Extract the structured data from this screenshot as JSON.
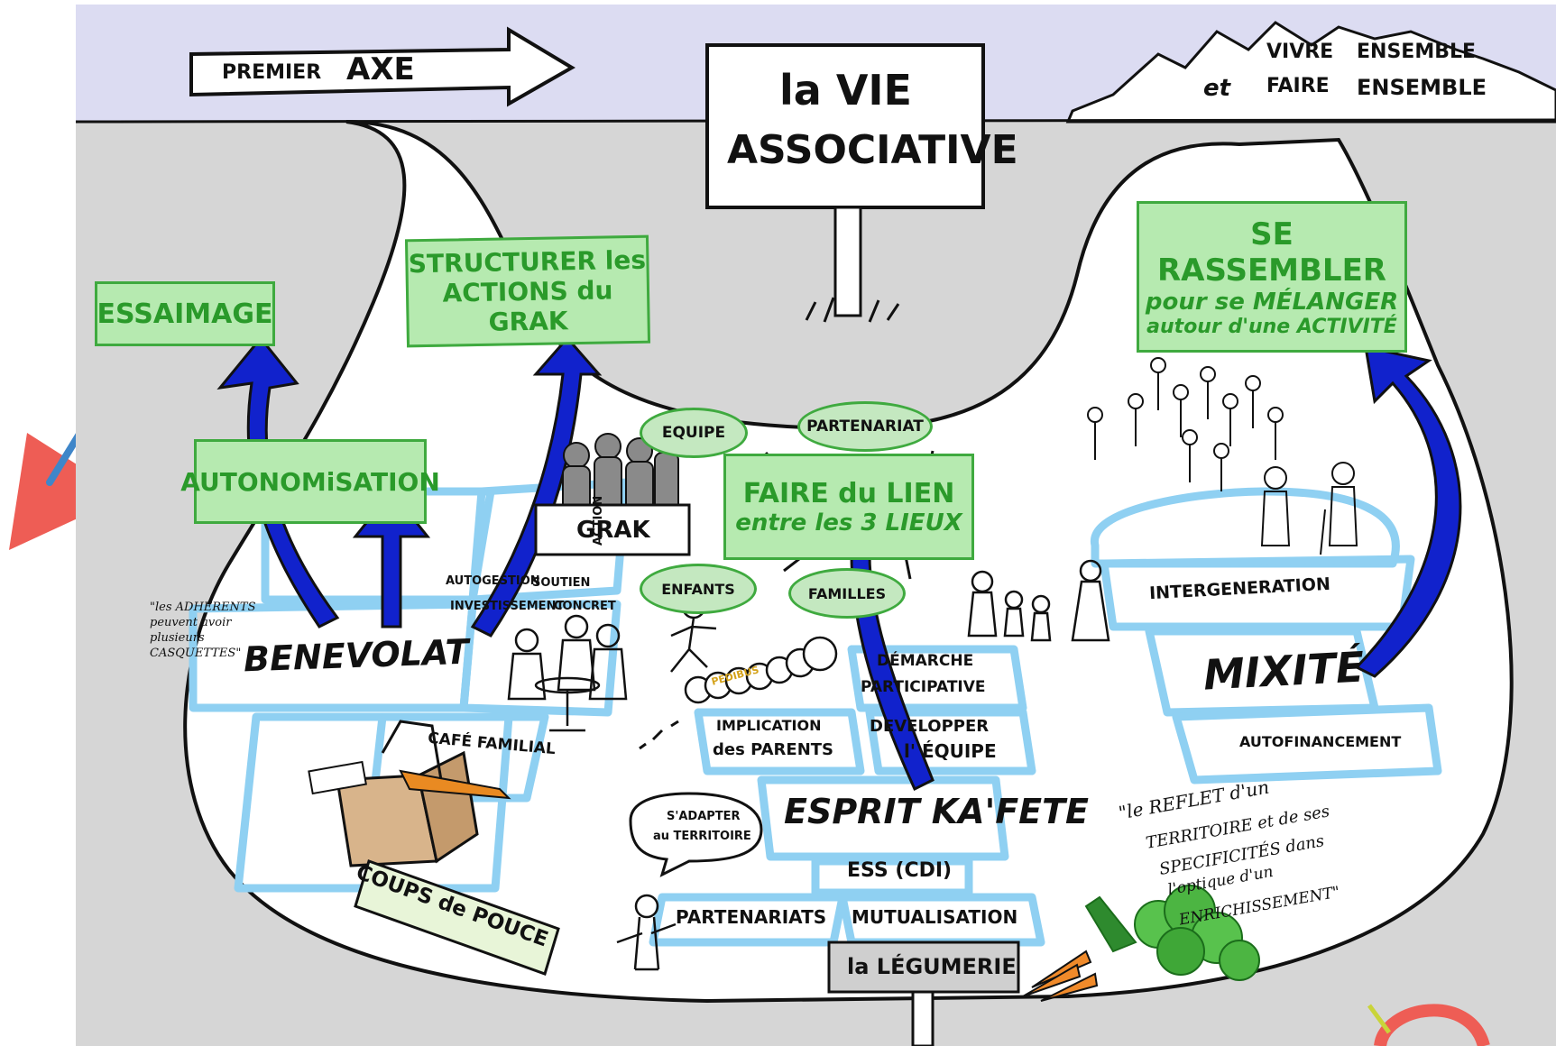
{
  "header": {
    "arrow_label_small": "PREMIER",
    "arrow_label_big": "AXE",
    "sign_line1": "la VIE",
    "sign_line2": "ASSOCIATIVE",
    "mountain_line1_a": "VIVRE",
    "mountain_line1_b": "ENSEMBLE",
    "mountain_line2_a": "et",
    "mountain_line2_b": "FAIRE",
    "mountain_line2_c": "ENSEMBLE"
  },
  "goals": {
    "essaimage": "ESSAIMAGE",
    "structurer_line1": "STRUCTURER les",
    "structurer_line2": "ACTIONS du GRAK",
    "autonomisation": "AUTONOMiSATION",
    "rassembler_line1": "SE RASSEMBLER",
    "rassembler_line2": "pour se MÉLANGER",
    "rassembler_line3": "autour d'une ACTIVITÉ",
    "lien_line1": "FAIRE du LIEN",
    "lien_line2": "entre les 3 LIEUX"
  },
  "lieux": {
    "equipe": "EQUIPE",
    "partenariat": "PARTENARIAT",
    "enfants": "ENFANTS",
    "familles": "FAMILLES"
  },
  "hopscotch_left": {
    "benevolat": "BENEVOLAT",
    "grak": "GRAK",
    "autogestion": "AUTOGESTION",
    "soutien": "SOUTIEN",
    "action": "ACTION",
    "investissement": "INVESTISSEMENT",
    "concret": "CONCRET",
    "cafe": "CAFÉ FAMILIAL",
    "coups": "COUPS de POUCE",
    "pedibus": "PEDIBUS"
  },
  "quote_left": "\"les ADHÉRENTS peuvent avoir plusieurs CASQUETTES\"",
  "hopscotch_center": {
    "demarche_line1": "DÉMARCHE",
    "demarche_line2": "PARTICIPATIVE",
    "implication_line1": "IMPLICATION",
    "implication_line2": "des PARENTS",
    "developper_line1": "DEVELOPPER",
    "developper_line2": "l' ÉQUIPE",
    "esprit": "ESPRIT KA'FETE",
    "ess": "ESS (CDI)",
    "partenariats": "PARTENARIATS",
    "mutualisation": "MUTUALISATION"
  },
  "speech": {
    "line1": "S'ADAPTER",
    "line2": "au TERRITOIRE"
  },
  "signpost_bottom": "la LÉGUMERIE",
  "hopscotch_right": {
    "intergeneration": "INTERGENERATION",
    "mixite": "MIXITÉ",
    "autofinancement": "AUTOFINANCEMENT"
  },
  "quote_right": {
    "line1": "\"le REFLET d'un",
    "line2": "TERRITOIRE et de ses",
    "line3": "SPECIFICITÉS dans",
    "line4": "l'optique d'un",
    "line5": "ENRICHISSEMENT\""
  },
  "colors": {
    "sky": "#dcdcf2",
    "ground": "#d6d6d6",
    "path": "#ffffff",
    "green_box": "#b6eab0",
    "green_text": "#2a9a2a",
    "arrow_blue": "#1122cc",
    "hopscotch": "#8fd0f2",
    "deco_red": "#ee5d55"
  }
}
